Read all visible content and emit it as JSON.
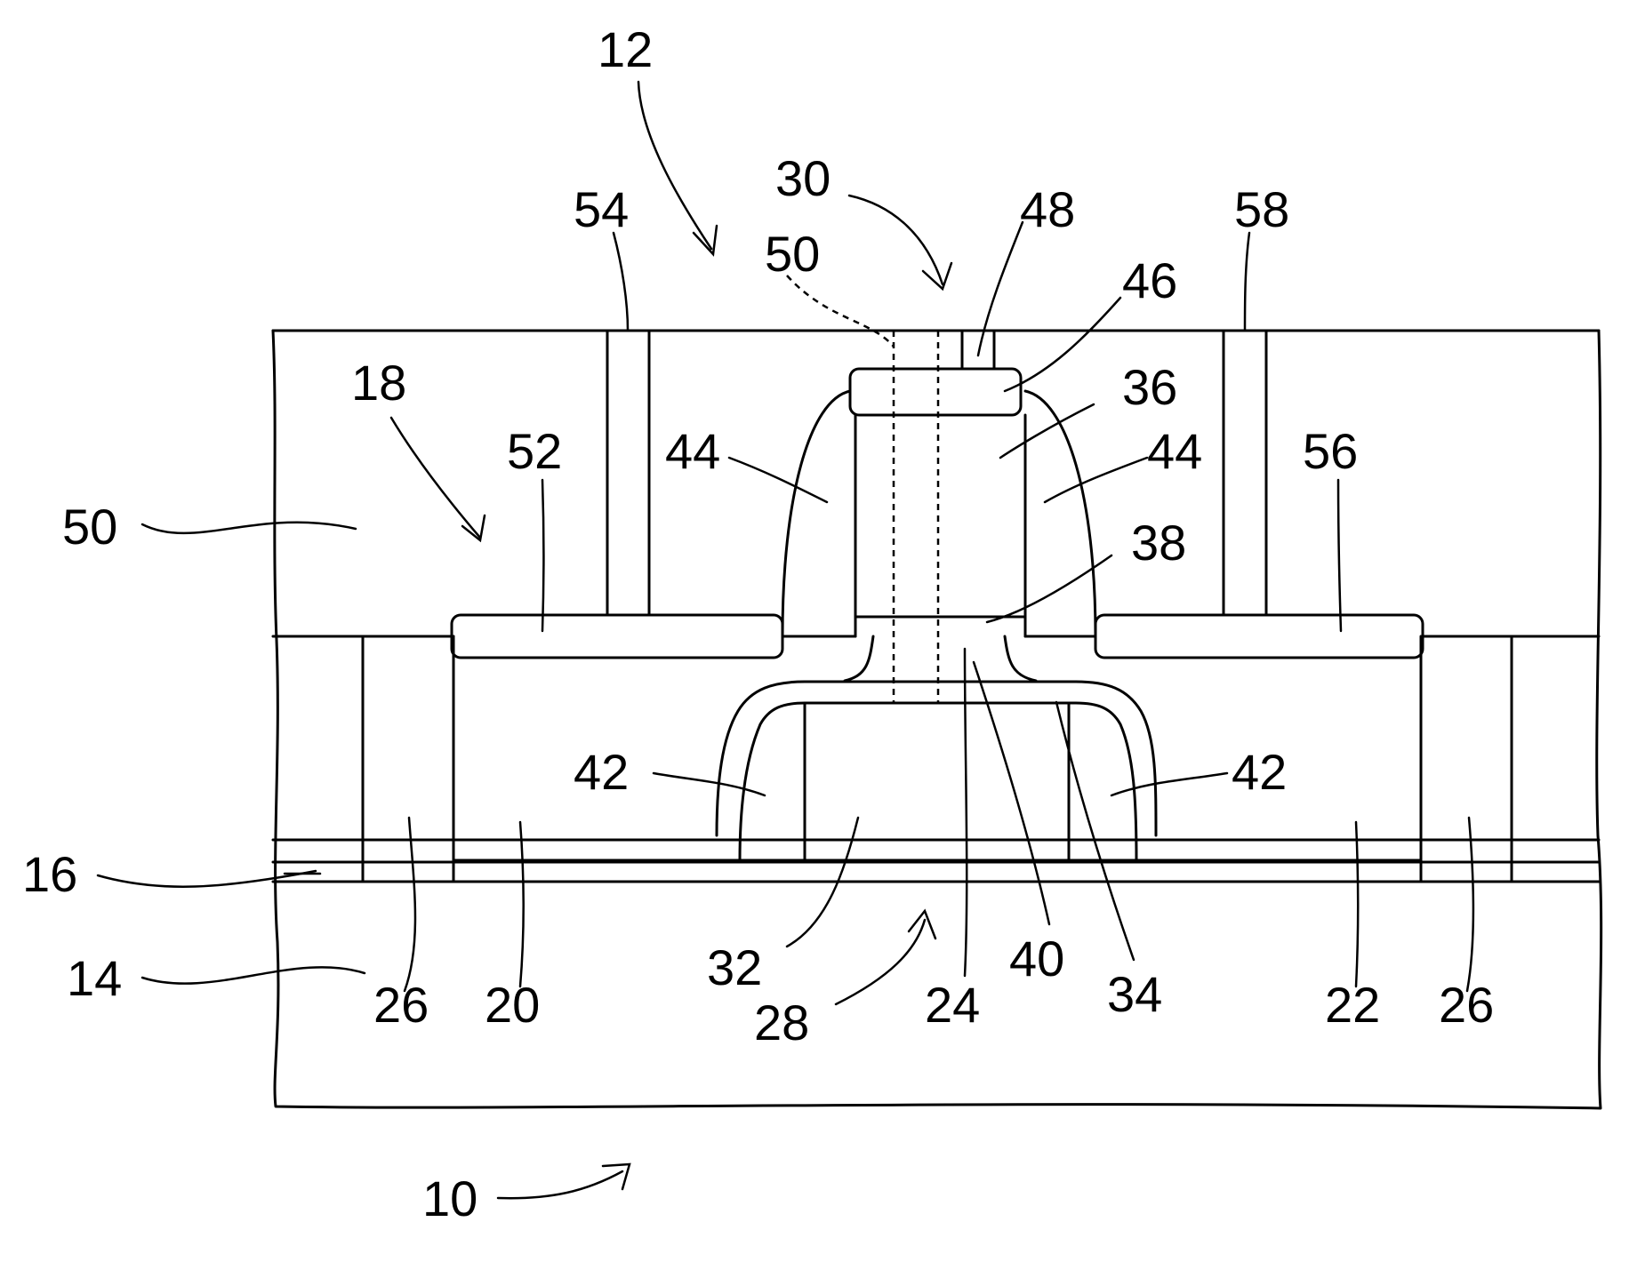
{
  "labels": {
    "l10": "10",
    "l12": "12",
    "l14": "14",
    "l16": "16",
    "l18": "18",
    "l20": "20",
    "l22": "22",
    "l24": "24",
    "l26a": "26",
    "l26b": "26",
    "l28": "28",
    "l30": "30",
    "l32": "32",
    "l34": "34",
    "l36": "36",
    "l38": "38",
    "l40": "40",
    "l42a": "42",
    "l42b": "42",
    "l44a": "44",
    "l44b": "44",
    "l46": "46",
    "l48": "48",
    "l50a": "50",
    "l50b": "50",
    "l52": "52",
    "l54": "54",
    "l56": "56",
    "l58": "58"
  }
}
